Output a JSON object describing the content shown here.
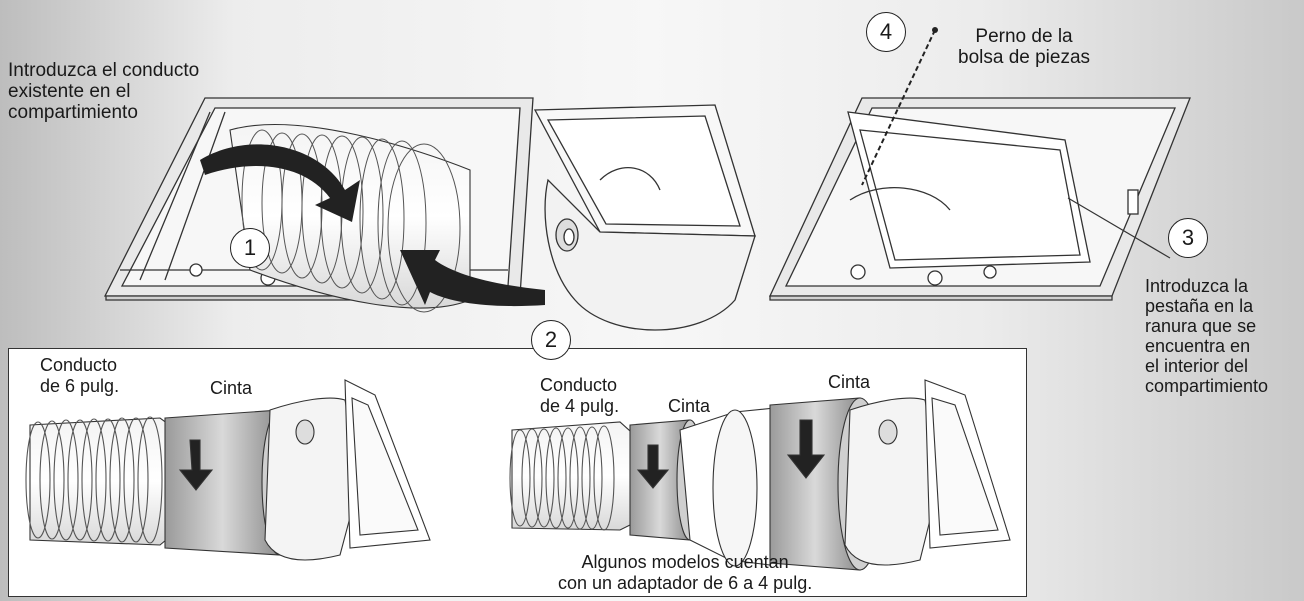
{
  "labels": {
    "insert_duct": "Introduzca el conducto\nexistente en el\ncompartimiento",
    "bolt": "Perno de la\nbolsa de piezas",
    "insert_tab": "Introduzca la\npestaña en la\nranura que se\nencuentra en\nel interior del\ncompartimiento",
    "duct_6": "Conducto\nde 6 pulg.",
    "tape_left": "Cinta",
    "duct_4": "Conducto\nde 4 pulg.",
    "tape_mid": "Cinta",
    "tape_right": "Cinta",
    "adapter_note": "Algunos modelos cuentan\ncon un adaptador de 6 a 4 pulg."
  },
  "steps": [
    "1",
    "2",
    "3",
    "4"
  ]
}
